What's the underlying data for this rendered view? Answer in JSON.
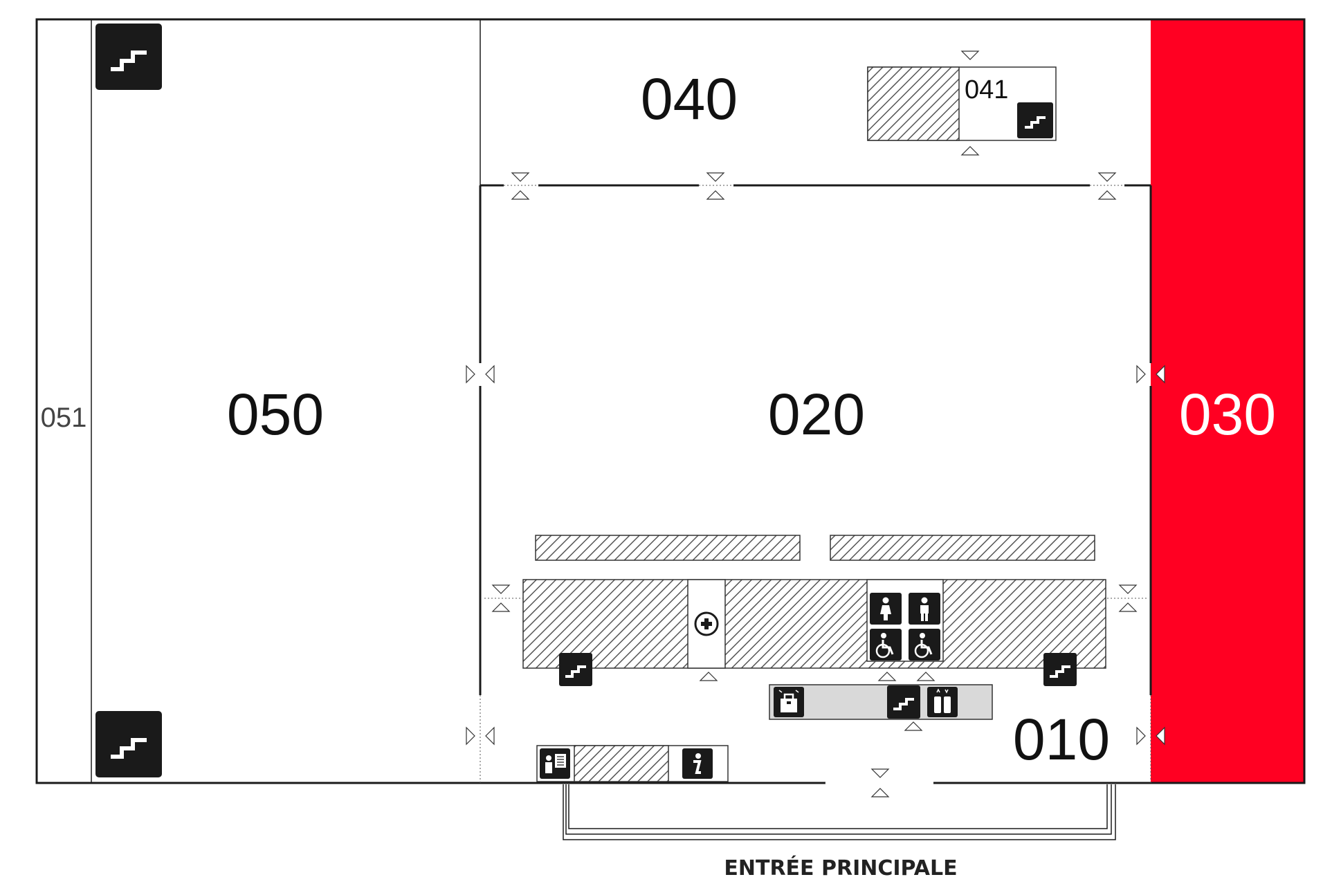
{
  "rooms": {
    "r051": "051",
    "r050": "050",
    "r040": "040",
    "r041": "041",
    "r020": "020",
    "r030": "030",
    "r010": "010"
  },
  "entrance": "ENTRÉE PRINCIPALE",
  "colors": {
    "highlight_room": "#ff0022",
    "walls": "#1a1a1a",
    "icon_bg": "#1a1a1a",
    "hatch": "#555555",
    "corridor_fill": "#d9d9d9"
  },
  "icons": [
    "stairs-icon",
    "first-aid-icon",
    "women-restroom-icon",
    "men-restroom-icon",
    "accessible-restroom-icon",
    "elevator-icon",
    "shop-icon",
    "information-icon",
    "ticket-machine-icon"
  ],
  "highlighted_room": "030"
}
